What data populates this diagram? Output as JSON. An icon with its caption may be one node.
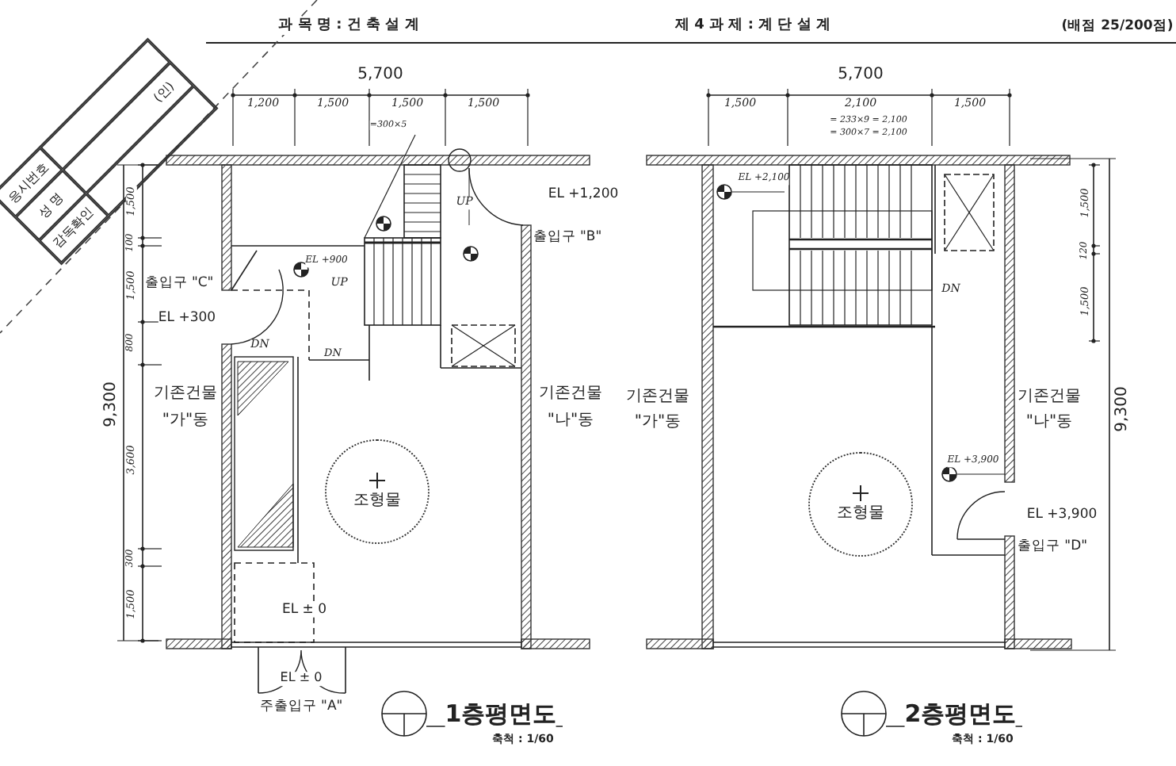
{
  "diagram": {
    "nodes": [
      {
        "text": [
          "조형물"
        ]
      },
      {
        "text": [
          "조형물"
        ]
      }
    ],
    "labels": [
      "응시번호",
      "성 명",
      "(인)",
      "감독확인",
      "과 목 명 : 건 축 설 계",
      "제 4 과 제 : 계 단 설 계",
      "(배점 25/200점)",
      "5,700",
      "1,200",
      "1,500",
      "1,500",
      "1,500",
      "=300×5",
      "5,700",
      "1,500",
      "2,100",
      "1,500",
      "= 233×9 = 2,100",
      "= 300×7 = 2,100",
      "9,300",
      "1,500",
      "100",
      "1,500",
      "800",
      "3,600",
      "300",
      "1,500",
      "EL +1,200",
      "출입구 \"B\"",
      "UP",
      "EL +900",
      "UP",
      "출입구 \"C\"",
      "EL +300",
      "DN",
      "DN",
      "기존건물",
      "\"가\"동",
      "기존건물",
      "\"나\"동",
      "EL ± 0",
      "EL ± 0",
      "주출입구 \"A\"",
      "1층평면도",
      "축척 : 1/60",
      "EL +2,100",
      "DN",
      "기존건물",
      "\"가\"동",
      "기존건물",
      "\"나\"동",
      "9,300",
      "1,500",
      "120",
      "1,500",
      "EL +3,900",
      "EL +3,900",
      "출입구 \"D\"",
      "2층평면도",
      "축척 : 1/60"
    ]
  }
}
